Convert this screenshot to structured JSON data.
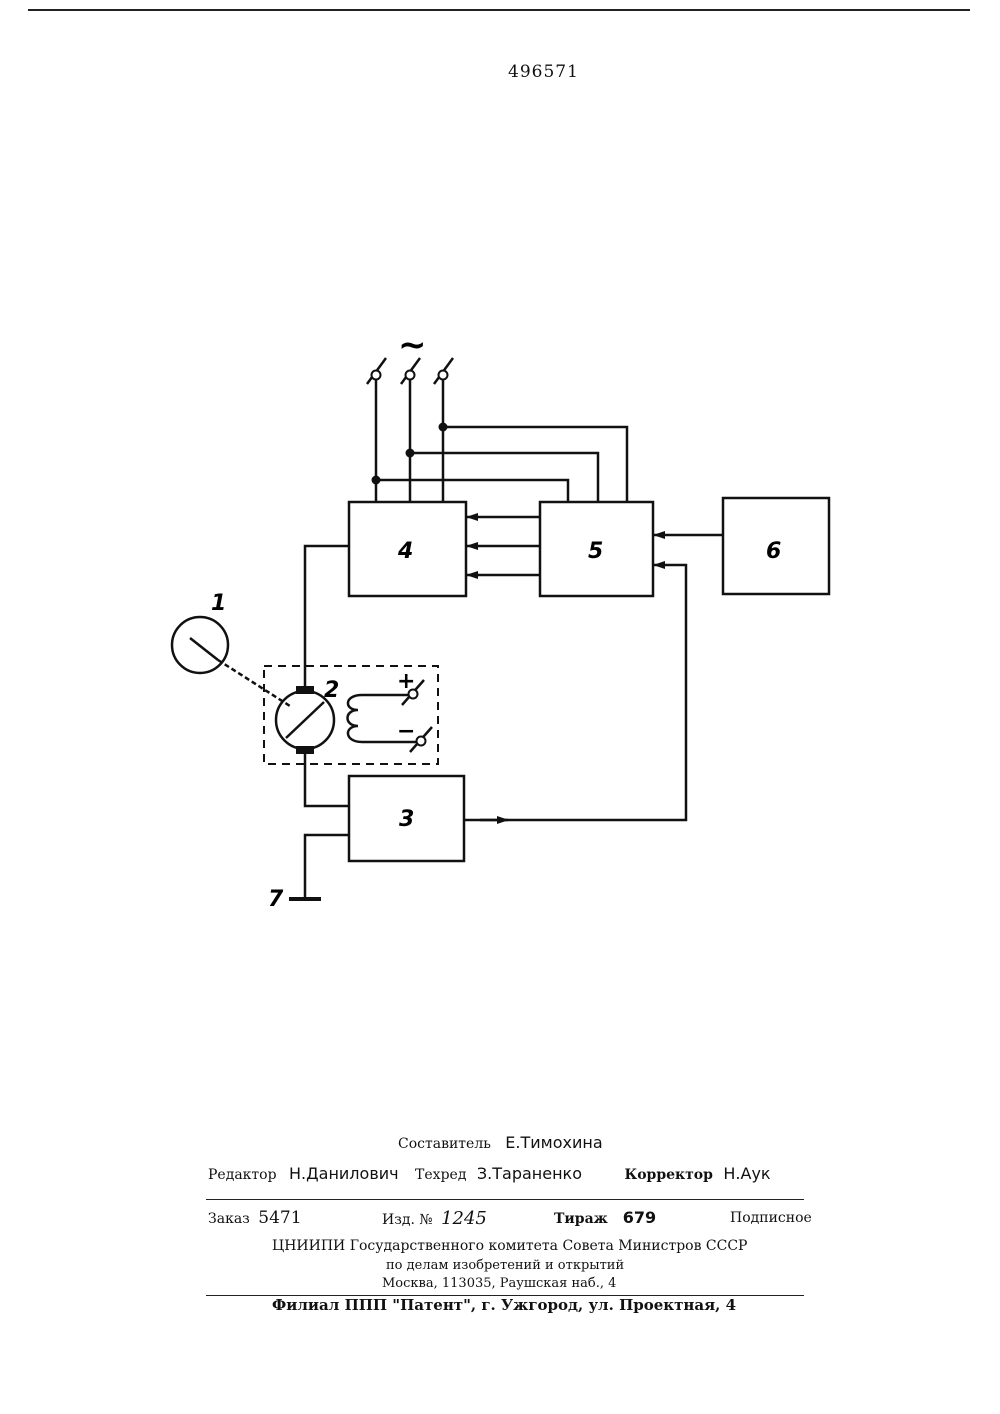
{
  "patent_number": "496571",
  "diagram": {
    "labels": {
      "n1": "1",
      "n2": "2",
      "n3": "3",
      "n4": "4",
      "n5": "5",
      "n6": "6",
      "n7": "7",
      "ac": "~",
      "plus": "+",
      "minus": "−"
    }
  },
  "footer": {
    "compiler_label": "Составитель",
    "compiler_name": "Е.Тимохина",
    "editor_label": "Редактор",
    "editor_name": "Н.Данилович",
    "techred_label": "Техред",
    "techred_name": "З.Тараненко",
    "corrector_label": "Корректор",
    "corrector_name": "Н.Аук",
    "order_label": "Заказ",
    "order_value": "5471",
    "issue_label": "Изд. №",
    "issue_value": "1245",
    "print_label": "Тираж",
    "print_value": "679",
    "subscription": "Подписное",
    "org_line1": "ЦНИИПИ Государственного комитета Совета Министров СССР",
    "org_line2": "по делам изобретений и открытий",
    "org_line3": "Москва, 113035, Раушская наб., 4",
    "branch": "Филиал ППП \"Патент\", г. Ужгород, ул. Проектная, 4"
  }
}
